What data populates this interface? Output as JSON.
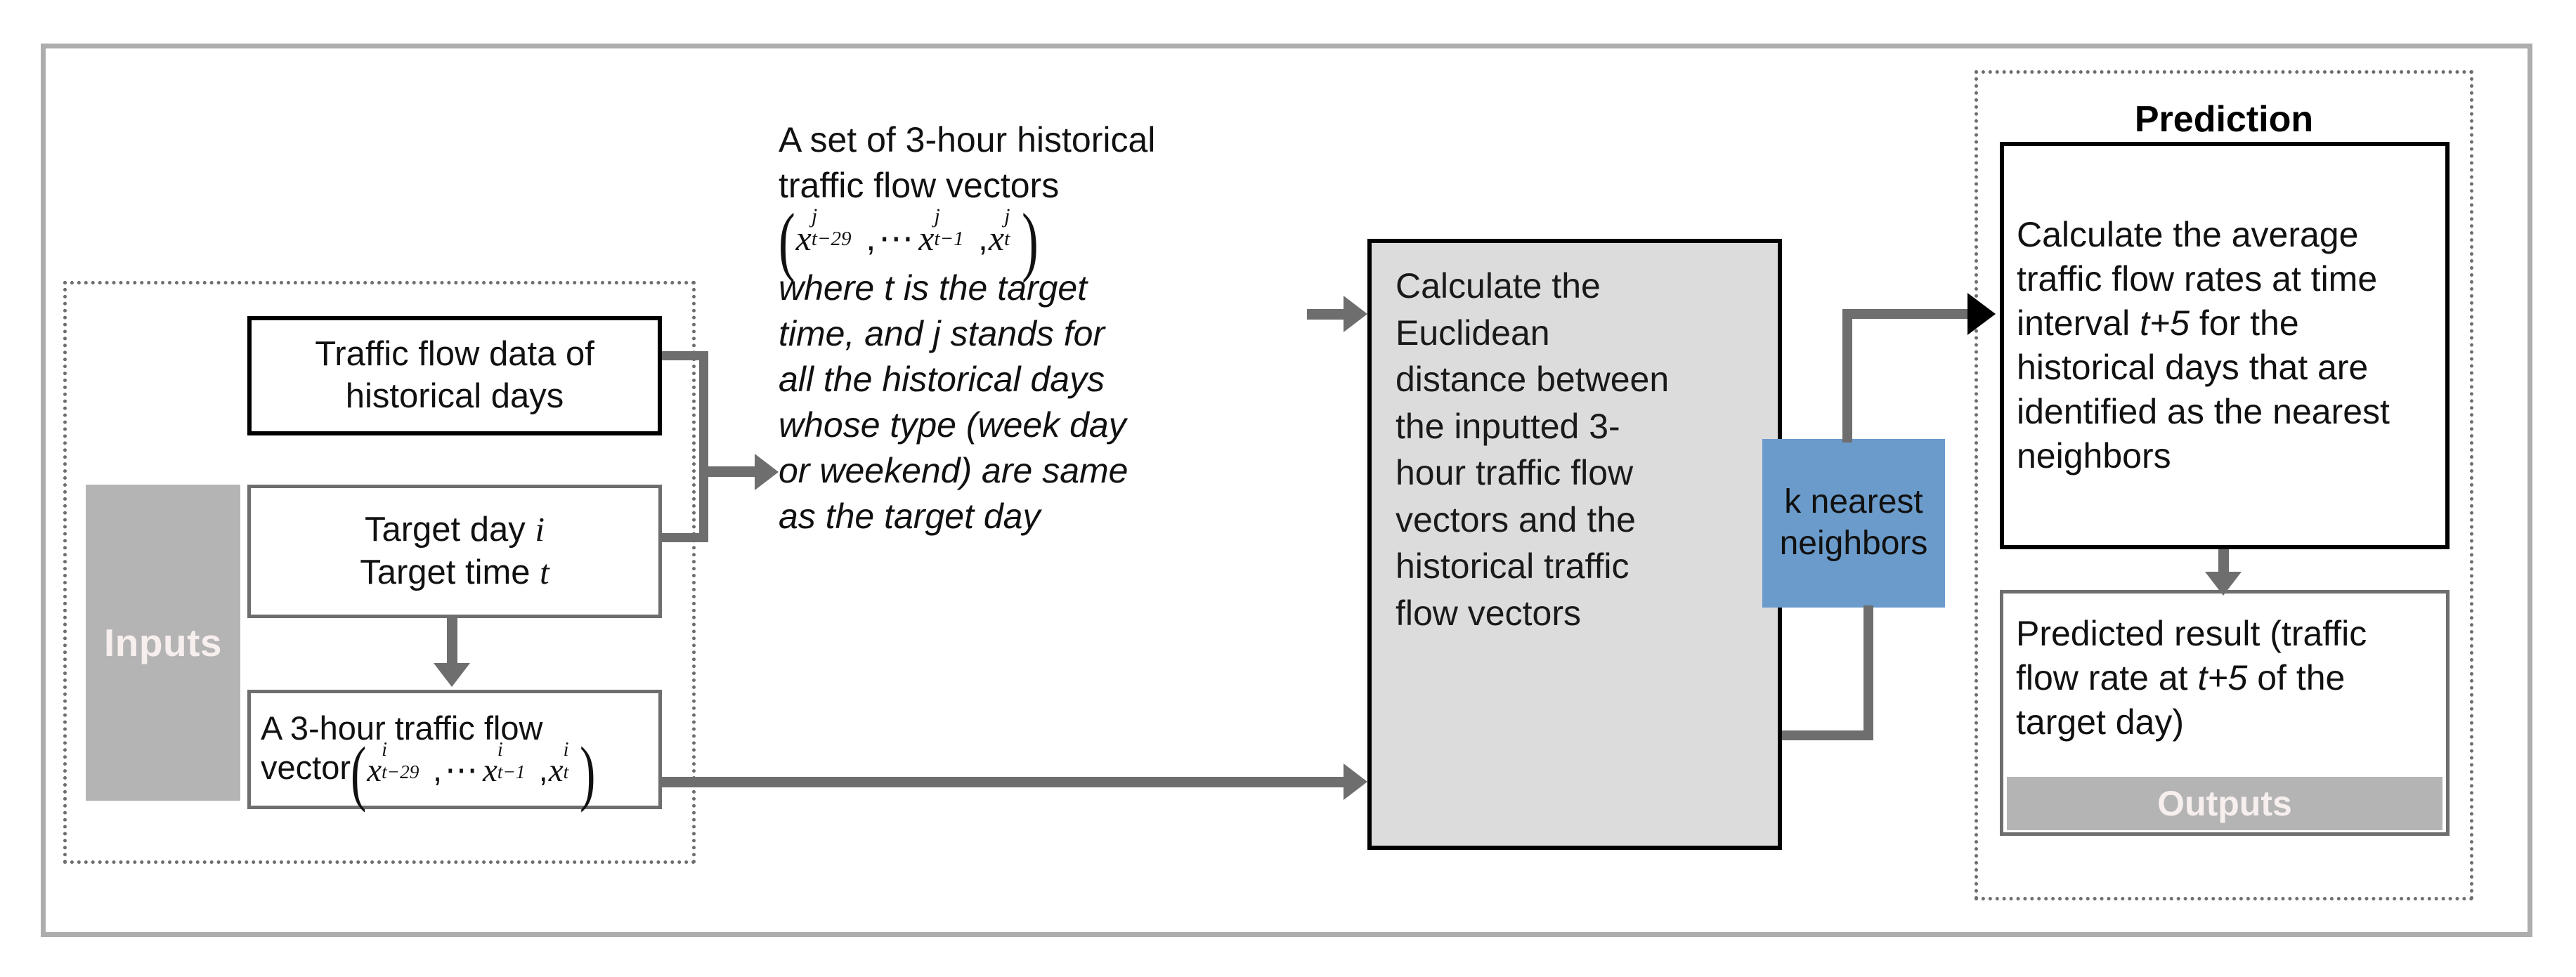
{
  "diagram": {
    "title": "k-nearest-neighbor traffic flow prediction flowchart",
    "groups": {
      "inputs_label": "Inputs",
      "prediction_label": "Prediction",
      "outputs_label": "Outputs"
    },
    "boxes": {
      "historical_data": {
        "line1": "Traffic flow data of",
        "line2": "historical days"
      },
      "target": {
        "line1_pre": "Target day ",
        "line1_var": "i",
        "line2_pre": "Target time ",
        "line2_var": "t"
      },
      "input_vector": {
        "line1": "A 3-hour traffic flow",
        "line2_pre": "vector",
        "vector": {
          "open": "(",
          "x1_base": "x",
          "x1_sup": "i",
          "x1_sub": "t−29",
          "comma1": ",",
          "dots": "⋯",
          "x2_base": "x",
          "x2_sup": "i",
          "x2_sub": "t−1",
          "comma2": ",",
          "x3_base": "x",
          "x3_sup": "i",
          "x3_sub": "t",
          "close": ")"
        }
      },
      "historical_vectors": {
        "line1": "A set of 3-hour historical",
        "line2": "traffic flow vectors",
        "vector": {
          "open": "(",
          "x1_base": "x",
          "x1_sup": "j",
          "x1_sub": "t−29",
          "comma1": ",",
          "dots": "⋯",
          "x2_base": "x",
          "x2_sup": "j",
          "x2_sub": "t−1",
          "comma2": ",",
          "x3_base": "x",
          "x3_sup": "j",
          "x3_sub": "t",
          "close": ")"
        },
        "note_line1": "where t is the target",
        "note_line2": "time, and j stands for",
        "note_line3": "all the historical days",
        "note_line4": "whose type (week day",
        "note_line5": "or weekend) are same",
        "note_line6": "as the target day"
      },
      "euclidean": {
        "line1": "Calculate the",
        "line2": "Euclidean",
        "line3": "distance between",
        "line4": "the inputted 3-",
        "line5": "hour traffic flow",
        "line6": "vectors and the",
        "line7": "historical traffic",
        "line8": "flow vectors"
      },
      "knn": {
        "line1": "k nearest",
        "line2": "neighbors"
      },
      "prediction_calc": {
        "line1": "Calculate the average",
        "line2": "traffic flow rates at time",
        "line3_pre": "interval ",
        "line3_var": "t+5",
        "line3_post": "  for the",
        "line4": "historical days that are",
        "line5": "identified as the nearest",
        "line6": "neighbors"
      },
      "prediction_result": {
        "line1": "Predicted result (traffic",
        "line2_pre": "flow rate at ",
        "line2_var": "t+5",
        "line2_post": " of the",
        "line3": "target day)"
      }
    },
    "colors": {
      "knn_blue": "#6b9bca",
      "euclid_gray": "#dcdcdc",
      "band_gray": "#b4b4b4",
      "band_text": "#f7eeee",
      "connector_gray": "#6e6e6e",
      "outer_frame": "#adadad",
      "box_border_black": "#000000",
      "box_border_gray": "#6e6e6e"
    }
  }
}
